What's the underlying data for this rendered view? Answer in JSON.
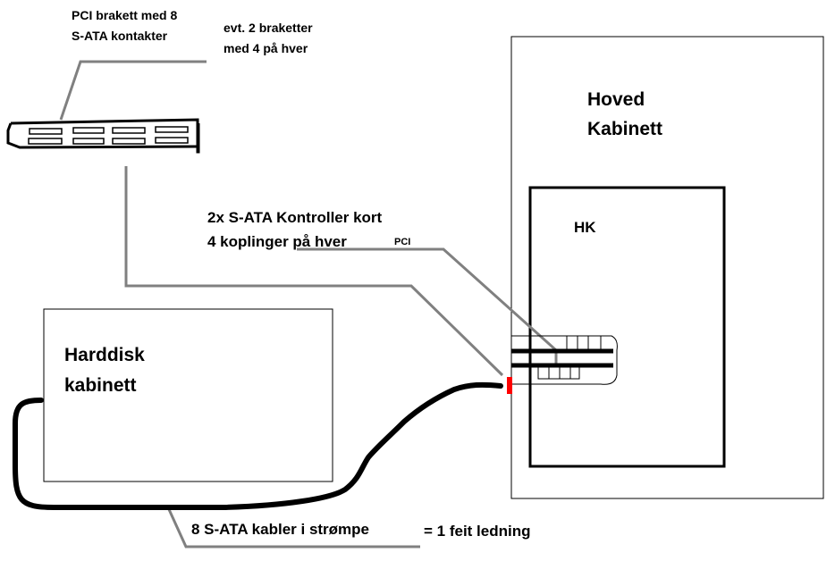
{
  "labels": {
    "pci_bracket_line1": "PCI brakett med 8",
    "pci_bracket_line2": "S-ATA kontakter",
    "alt_brackets_line1": "evt. 2 braketter",
    "alt_brackets_line2": "med 4 på hver",
    "main_cabinet_line1": "Hoved",
    "main_cabinet_line2": "Kabinett",
    "hk": "HK",
    "controller_line1": "2x S-ATA Kontroller kort",
    "controller_line2": "4 koplinger på hver",
    "controller_pci": "PCI",
    "hdd_cabinet_line1": "Harddisk",
    "hdd_cabinet_line2": "kabinett",
    "cables": "8 S-ATA kabler i strømpe",
    "equals_cable": "= 1 feit ledning"
  },
  "colors": {
    "outline": "#000000",
    "leader_line": "#808080",
    "cable": "#000000",
    "connector": "#ff0000"
  }
}
